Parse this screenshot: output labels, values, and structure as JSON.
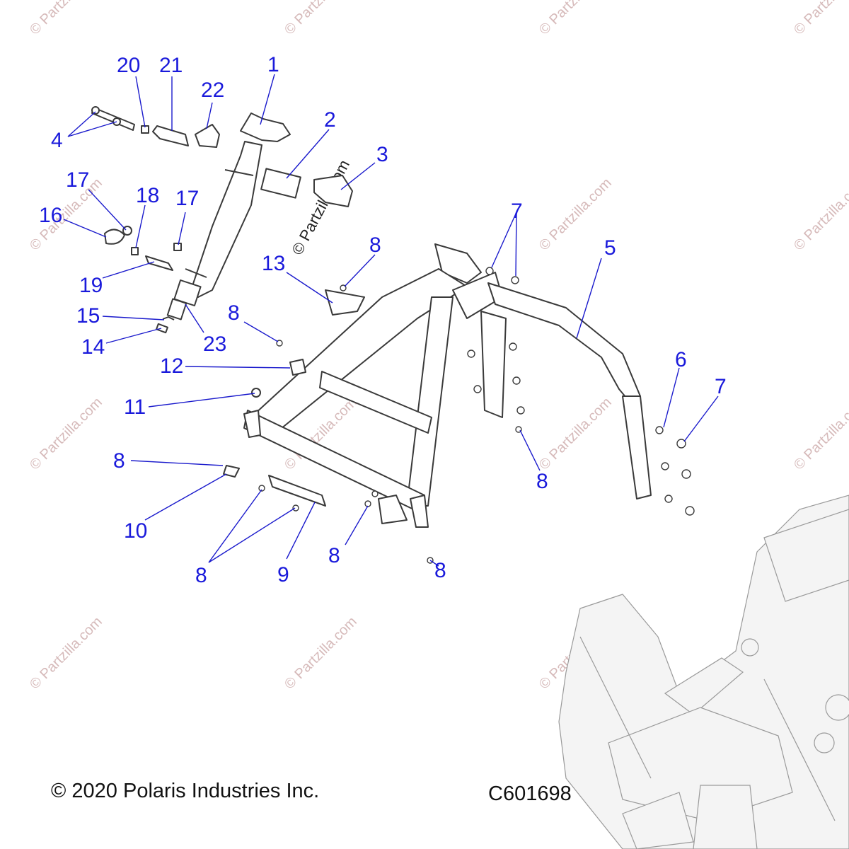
{
  "diagram": {
    "callouts": [
      {
        "id": "1",
        "label": "1"
      },
      {
        "id": "2",
        "label": "2"
      },
      {
        "id": "3",
        "label": "3"
      },
      {
        "id": "4",
        "label": "4"
      },
      {
        "id": "5",
        "label": "5"
      },
      {
        "id": "6",
        "label": "6"
      },
      {
        "id": "7a",
        "label": "7"
      },
      {
        "id": "7b",
        "label": "7"
      },
      {
        "id": "8a",
        "label": "8"
      },
      {
        "id": "8b",
        "label": "8"
      },
      {
        "id": "8c",
        "label": "8"
      },
      {
        "id": "8d",
        "label": "8"
      },
      {
        "id": "8e",
        "label": "8"
      },
      {
        "id": "8f",
        "label": "8"
      },
      {
        "id": "8g",
        "label": "8"
      },
      {
        "id": "8h",
        "label": "8"
      },
      {
        "id": "9",
        "label": "9"
      },
      {
        "id": "10",
        "label": "10"
      },
      {
        "id": "11",
        "label": "11"
      },
      {
        "id": "12",
        "label": "12"
      },
      {
        "id": "13",
        "label": "13"
      },
      {
        "id": "14",
        "label": "14"
      },
      {
        "id": "15",
        "label": "15"
      },
      {
        "id": "16",
        "label": "16"
      },
      {
        "id": "17a",
        "label": "17"
      },
      {
        "id": "17b",
        "label": "17"
      },
      {
        "id": "18",
        "label": "18"
      },
      {
        "id": "19",
        "label": "19"
      },
      {
        "id": "20",
        "label": "20"
      },
      {
        "id": "21",
        "label": "21"
      },
      {
        "id": "22",
        "label": "22"
      },
      {
        "id": "23",
        "label": "23"
      }
    ],
    "watermark_text": "© Partzilla.com",
    "colors": {
      "callout": "#1a1adb",
      "line_art": "#3a3a3a",
      "watermark": "#c9a3a3"
    }
  },
  "footer": {
    "copyright": "© 2020 Polaris Industries Inc.",
    "diagram_code": "C601698"
  }
}
